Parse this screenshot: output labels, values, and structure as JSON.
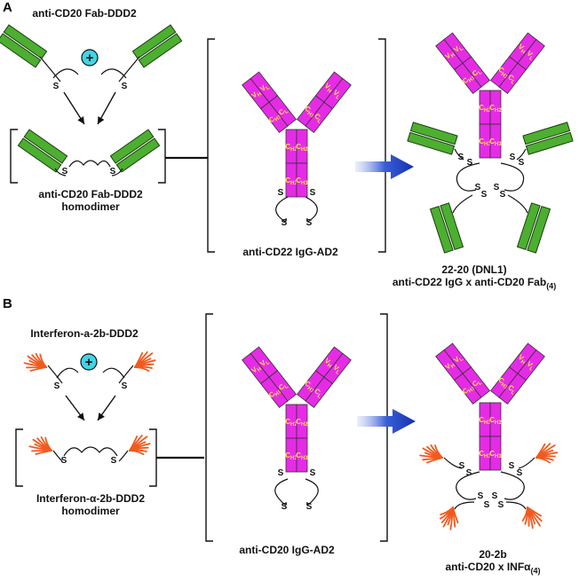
{
  "panels": [
    {
      "letter": "A",
      "monomer_label": "anti-CD20 Fab-DDD2",
      "dimer_label_line1": "anti-CD20 Fab-DDD2",
      "dimer_label_line2": "homodimer",
      "igg_label": "anti-CD22 IgG-AD2",
      "product_label_line1": "22-20 (DNL1)",
      "product_label_line2": "anti-CD22 IgG x anti-CD20 Fab",
      "product_label_sub": "(4)"
    },
    {
      "letter": "B",
      "monomer_label": "Interferon-a-2b-DDD2",
      "dimer_label_line1": "Interferon-α-2b-DDD2",
      "dimer_label_line2": "homodimer",
      "igg_label": "anti-CD20 IgG-AD2",
      "product_label_line1": "20-2b",
      "product_label_line2": "anti-CD20 x INFα",
      "product_label_sub": "(4)"
    }
  ],
  "symbols": {
    "plus": "+",
    "sulfur": "S"
  },
  "domains": {
    "vh": "VH",
    "vl": "VL",
    "ch1": "CH1",
    "cl": "CL",
    "ch2": "CH2",
    "ch3": "CH3"
  },
  "colors": {
    "fab_green": "#4caf30",
    "igg_magenta": "#e62be6",
    "domain_text": "#ffe04a",
    "ifn_orange": "#f05a1e",
    "arrow_blue": "#1a3fc0",
    "plus_cyan": "#40d4e8"
  }
}
